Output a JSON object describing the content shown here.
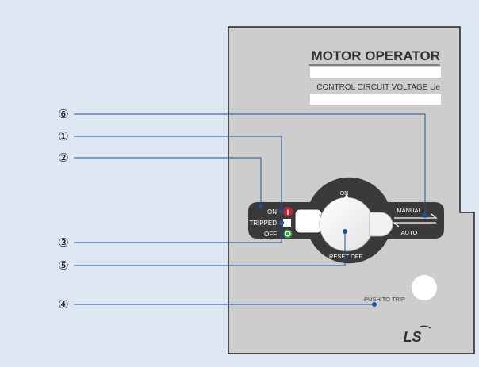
{
  "panel": {
    "title": "MOTOR OPERATOR",
    "voltage_label": "CONTROL CIRCUIT VOLTAGE Ue",
    "push_to_trip": "PUSH TO TRIP",
    "logo": "LS"
  },
  "indicators": {
    "on": "ON",
    "on_symbol": "I",
    "tripped": "TRIPPED",
    "off": "OFF",
    "off_symbol": "O"
  },
  "knob": {
    "top_label": "ON",
    "bottom_label": "RESET OFF"
  },
  "selector": {
    "manual": "MANUAL",
    "auto": "AUTO"
  },
  "callouts": [
    "⑥",
    "①",
    "②",
    "③",
    "⑤",
    "④"
  ],
  "colors": {
    "background": "#dde7f2",
    "panel": "#cdcdcd",
    "leader_line": "#1f4f9a",
    "dark_plate": "#3a3a3a",
    "on_indicator": "#c0262c",
    "off_indicator": "#2f9a3c"
  }
}
